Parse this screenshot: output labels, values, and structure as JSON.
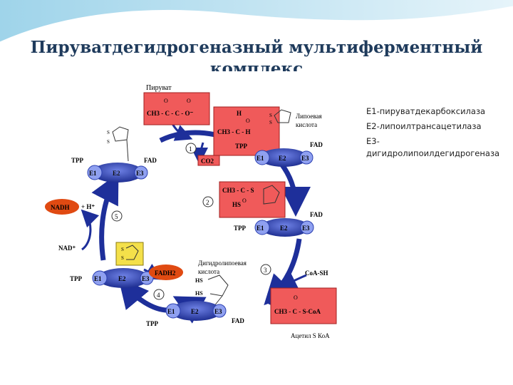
{
  "title_line1": "Пируватдегидрогеназный мультиферментный",
  "title_line2": "комплекс",
  "legend": [
    "E1-пируватдекарбоксилаза",
    "E2-липоилтрансацетилаза",
    "E3-дигидролипоилдегидрогеназа"
  ],
  "diagram": {
    "pyruvate_label": "Пируват",
    "pyruvate_formula": "CH3 - C - C - O⁻",
    "intermediate1_top": "H",
    "intermediate1_mid": "CH3 - C - H",
    "intermediate1_bottom": "TPP",
    "intermediate1_oh": "O",
    "lipoic_label_1": "Липоевая",
    "lipoic_label_2": "кислота",
    "co2": "CO2",
    "acetyl_lipoamide": "CH3 - C - S",
    "acetyl_lipoamide_hs": "HS",
    "dihydrolipoic_label_1": "Дигидролипоевая",
    "dihydrolipoic_label_2": "кислота",
    "hs_1": "HS",
    "hs_2": "HS",
    "coa_sh": "CoA-SH",
    "acetyl_coa": "CH3 - C - S-CoA",
    "acetyl_coa_label": "Ацетил S КоА",
    "nadh": "NADH",
    "h_plus": "+ H⁺",
    "nad_plus": "NAD⁺",
    "fadh2": "FADH2",
    "tpp": "TPP",
    "fad": "FAD",
    "e1": "E1",
    "e2": "E2",
    "e3": "E3",
    "s": "S",
    "o": "O",
    "steps": [
      "1",
      "2",
      "3",
      "4",
      "5"
    ]
  },
  "colors": {
    "title": "#1f3b5c",
    "enzyme_blue": "#2a3fb0",
    "red_box": "#f05a5a",
    "orange_oval": "#e04a12",
    "yellow_box": "#f4e04a",
    "arrow": "#1e2f9a"
  }
}
